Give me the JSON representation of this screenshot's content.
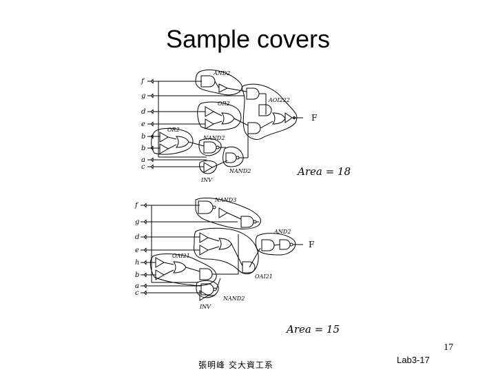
{
  "slide": {
    "title": "Sample covers",
    "page_number": "17",
    "footer_lab": "Lab3-17",
    "footer_author": "張明峰 交大資工系"
  },
  "cover1": {
    "inputs": [
      "f",
      "g",
      "d",
      "e",
      "b",
      "b",
      "a",
      "c"
    ],
    "output": "F",
    "labels": {
      "and2": "AND2",
      "oa_top": "OR2",
      "oa_left": "OR2",
      "nand2_a": "NAND2",
      "nand2_b": "NAND2",
      "inv": "INV",
      "aoi": "AOI222"
    },
    "area": "Area = 18"
  },
  "cover2": {
    "inputs": [
      "f",
      "g",
      "d",
      "e",
      "h",
      "b",
      "a",
      "c"
    ],
    "output": "F",
    "labels": {
      "nand3": "NAND3",
      "and2": "AND2",
      "oai21_a": "OAI21",
      "oai21_b": "OAI21",
      "nand2": "NAND2",
      "inv": "INV"
    },
    "area": "Area = 15"
  }
}
